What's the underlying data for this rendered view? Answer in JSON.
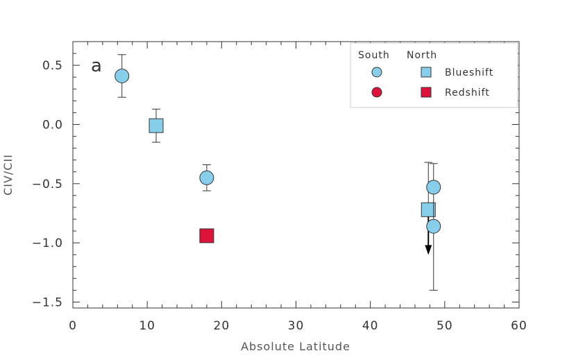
{
  "chart_data": {
    "type": "scatter",
    "panel_label": "a",
    "xlabel": "Absolute Latitude",
    "ylabel": "CIV/CII",
    "xlim": [
      0,
      60
    ],
    "ylim": [
      -1.55,
      0.7
    ],
    "x_ticks": [
      0,
      10,
      20,
      30,
      40,
      50,
      60
    ],
    "x_tick_labels": [
      "0",
      "10",
      "20",
      "30",
      "40",
      "50",
      "60"
    ],
    "y_ticks": [
      0.5,
      0.0,
      -0.5,
      -1.0,
      -1.5
    ],
    "y_tick_labels": [
      "0.5",
      "0.0",
      "−0.5",
      "−1.0",
      "−1.5"
    ],
    "colors": {
      "blueshift": "#87CEEB",
      "redshift": "#DC143C"
    },
    "legend": {
      "position": "top-right",
      "col_south": "South",
      "col_north": "North",
      "row_blueshift": "Blueshift",
      "row_redshift": "Redshift"
    },
    "points": [
      {
        "x": 6.6,
        "y": 0.41,
        "err_low": 0.23,
        "err_high": 0.59,
        "hemisphere": "South",
        "shift": "Blueshift"
      },
      {
        "x": 11.2,
        "y": -0.01,
        "err_low": -0.15,
        "err_high": 0.13,
        "hemisphere": "North",
        "shift": "Blueshift"
      },
      {
        "x": 18.0,
        "y": -0.45,
        "err_low": -0.56,
        "err_high": -0.34,
        "hemisphere": "South",
        "shift": "Blueshift"
      },
      {
        "x": 18.0,
        "y": -0.94,
        "hemisphere": "North",
        "shift": "Redshift"
      },
      {
        "x": 47.8,
        "y": -0.72,
        "upper_limit": true,
        "err_high": -0.32,
        "hemisphere": "North",
        "shift": "Blueshift"
      },
      {
        "x": 48.5,
        "y": -0.53,
        "err_low": -1.4,
        "err_high": -0.33,
        "hemisphere": "South",
        "shift": "Blueshift"
      },
      {
        "x": 48.5,
        "y": -0.86,
        "hemisphere": "South",
        "shift": "Blueshift"
      }
    ]
  }
}
